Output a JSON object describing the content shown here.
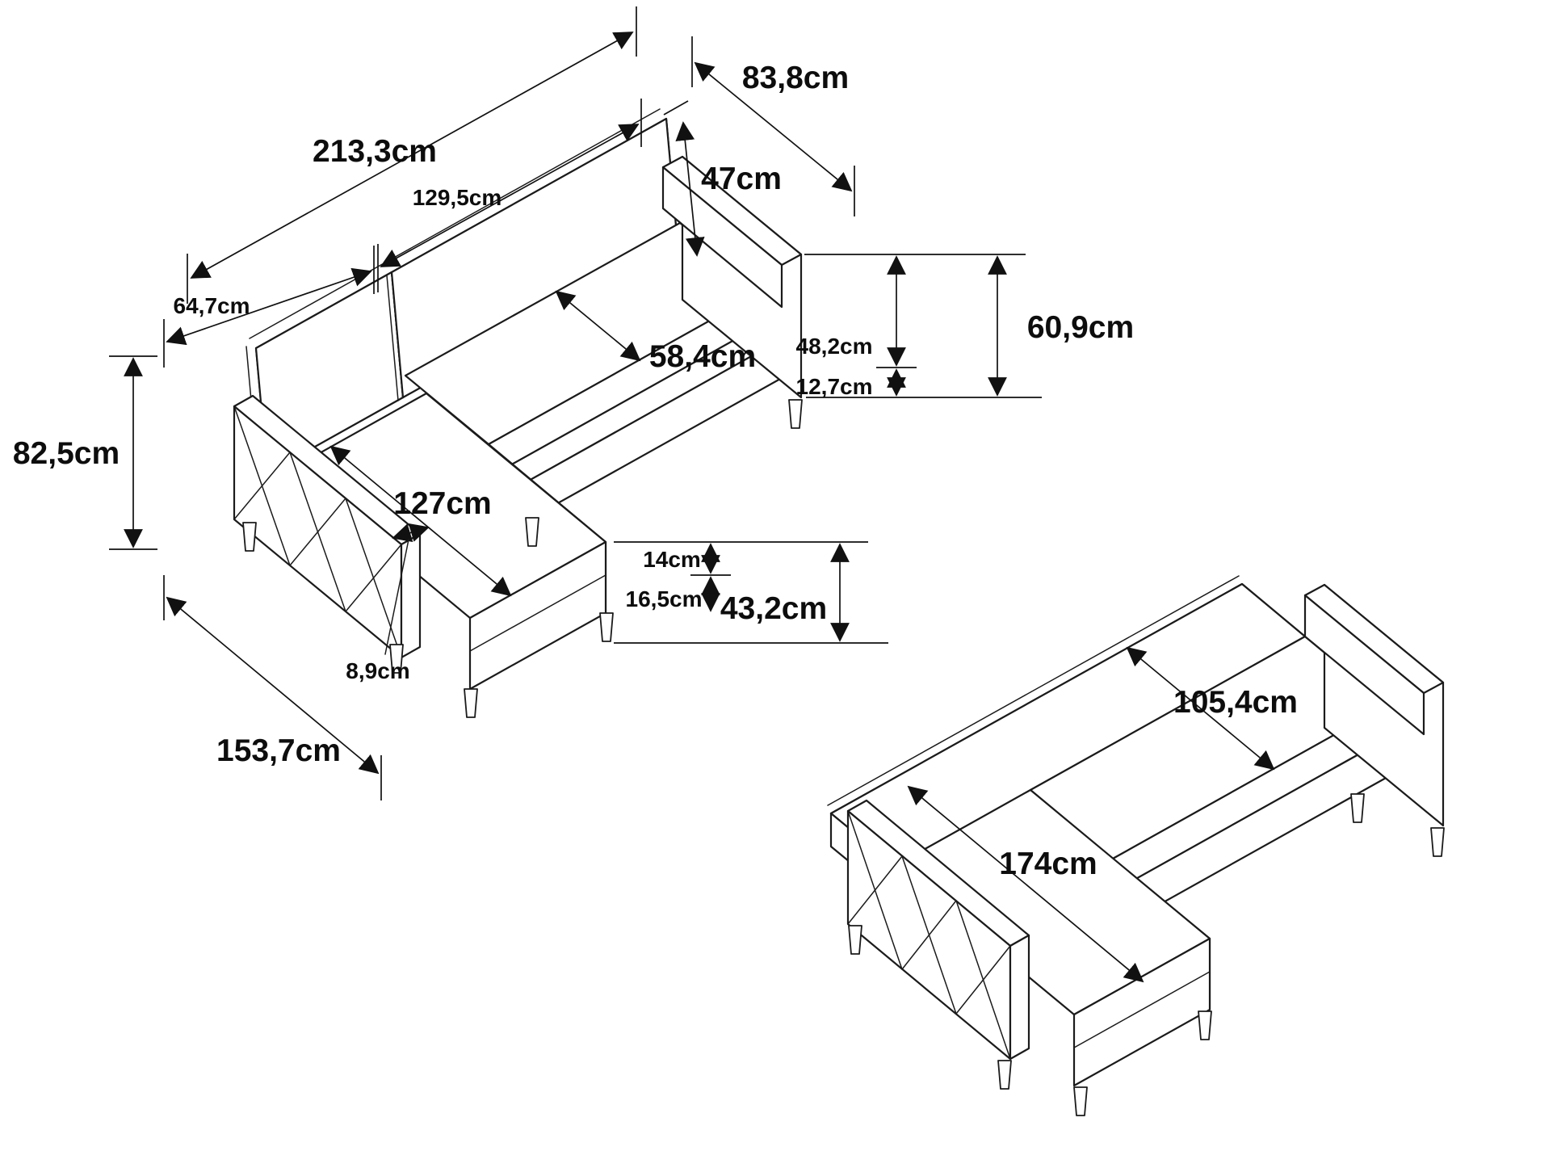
{
  "diagram": {
    "type": "furniture-dimension-drawing",
    "subject": "L-shaped sectional sofa bed with chaise and tufted backrest",
    "unit": "cm",
    "views": [
      {
        "id": "sofa-configuration",
        "description": "sectional sofa with chaise, isometric line drawing with dimensions"
      },
      {
        "id": "bed-configuration",
        "description": "same sectional folded flat into bed position"
      }
    ]
  },
  "labels": {
    "overall_width": "213,3cm",
    "back_cushion_width": "129,5cm",
    "left_back_width": "64,7cm",
    "backrest_height": "47cm",
    "overall_depth": "83,8cm",
    "seat_depth": "58,4cm",
    "arm_to_leg_height": "48,2cm",
    "arm_height": "60,9cm",
    "leg_height": "12,7cm",
    "overall_height": "82,5cm",
    "chaise_cushion_length": "127cm",
    "cushion_thickness": "14cm",
    "base_height": "16,5cm",
    "seat_height": "43,2cm",
    "arm_thickness": "8,9cm",
    "chaise_total_depth": "153,7cm",
    "bed_width": "105,4cm",
    "bed_chaise_length": "174cm"
  },
  "dimensions_cm": {
    "overall_width": 213.3,
    "back_cushion_width": 129.5,
    "left_back_width": 64.7,
    "backrest_height": 47,
    "overall_depth": 83.8,
    "seat_depth": 58.4,
    "arm_to_leg_height": 48.2,
    "arm_height": 60.9,
    "leg_height": 12.7,
    "overall_height": 82.5,
    "chaise_cushion_length": 127,
    "cushion_thickness": 14,
    "base_height": 16.5,
    "seat_height": 43.2,
    "arm_thickness": 8.9,
    "chaise_total_depth": 153.7,
    "bed_width": 105.4,
    "bed_chaise_length": 174
  },
  "colors": {
    "background": "#ffffff",
    "line": "#1b1b1b",
    "text": "#0d0d0d"
  }
}
